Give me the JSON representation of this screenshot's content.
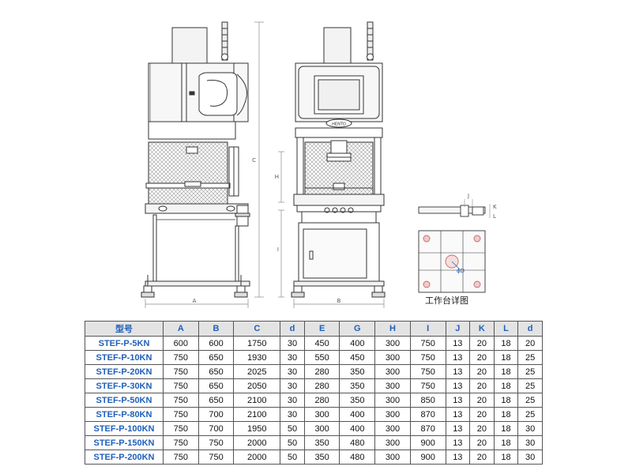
{
  "detail_caption": "工作台详图",
  "dimension_labels": {
    "front_width": "A",
    "side_depth": "B",
    "total_height": "C",
    "stroke": "H",
    "table_height": "I",
    "slot_j": "J",
    "slot_k": "K",
    "slot_l": "L",
    "hole_d": "ϕD"
  },
  "badge_text": "HENTO",
  "colors": {
    "line": "#333333",
    "header_bg": "#e3e3e3",
    "header_text": "#1f5fb8",
    "dimension": "#8a8a8a"
  },
  "table": {
    "headers": [
      "型号",
      "A",
      "B",
      "C",
      "d",
      "E",
      "G",
      "H",
      "I",
      "J",
      "K",
      "L",
      "d"
    ],
    "rows": [
      [
        "STEF-P-5KN",
        "600",
        "600",
        "1750",
        "30",
        "450",
        "400",
        "300",
        "750",
        "13",
        "20",
        "18",
        "20"
      ],
      [
        "STEF-P-10KN",
        "750",
        "650",
        "1930",
        "30",
        "550",
        "450",
        "300",
        "750",
        "13",
        "20",
        "18",
        "25"
      ],
      [
        "STEF-P-20KN",
        "750",
        "650",
        "2025",
        "30",
        "280",
        "350",
        "300",
        "750",
        "13",
        "20",
        "18",
        "25"
      ],
      [
        "STEF-P-30KN",
        "750",
        "650",
        "2050",
        "30",
        "280",
        "350",
        "300",
        "750",
        "13",
        "20",
        "18",
        "25"
      ],
      [
        "STEF-P-50KN",
        "750",
        "650",
        "2100",
        "30",
        "280",
        "350",
        "300",
        "850",
        "13",
        "20",
        "18",
        "25"
      ],
      [
        "STEF-P-80KN",
        "750",
        "700",
        "2100",
        "30",
        "300",
        "400",
        "300",
        "870",
        "13",
        "20",
        "18",
        "25"
      ],
      [
        "STEF-P-100KN",
        "750",
        "700",
        "1950",
        "50",
        "300",
        "400",
        "300",
        "870",
        "13",
        "20",
        "18",
        "30"
      ],
      [
        "STEF-P-150KN",
        "750",
        "750",
        "2000",
        "50",
        "350",
        "480",
        "300",
        "900",
        "13",
        "20",
        "18",
        "30"
      ],
      [
        "STEF-P-200KN",
        "750",
        "750",
        "2000",
        "50",
        "350",
        "480",
        "300",
        "900",
        "13",
        "20",
        "18",
        "30"
      ]
    ]
  }
}
